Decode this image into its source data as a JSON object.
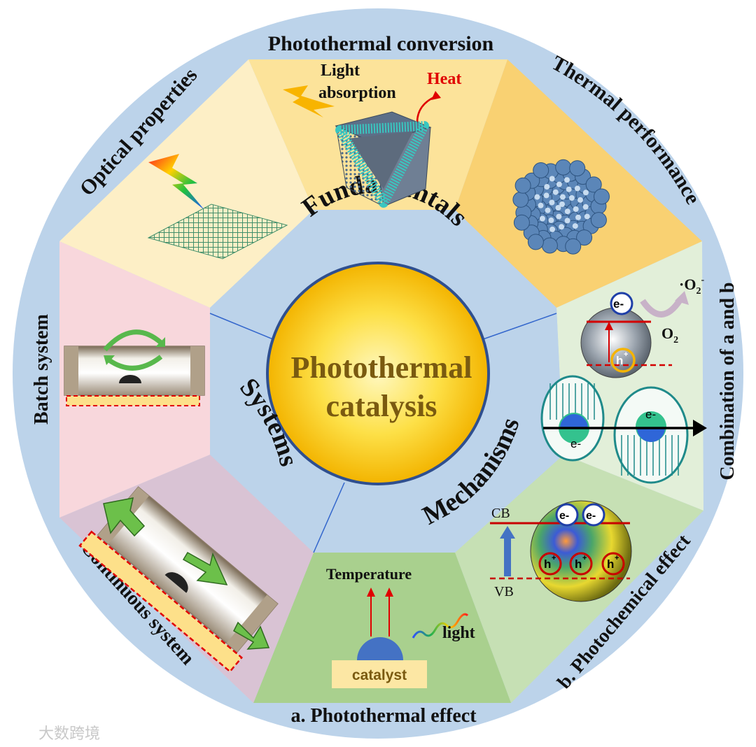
{
  "center": {
    "line1": "Photothermal",
    "line2": "catalysis"
  },
  "hubs": {
    "fundamentals": "Fundamentals",
    "mechanisms": "Mechanisms",
    "systems": "Systems"
  },
  "segments": {
    "photothermal_conversion": "Photothermal conversion",
    "thermal_performance": "Thermal performance",
    "combination": "Combination of a and b",
    "photochemical_effect": "b. Photochemical effect",
    "photothermal_effect": "a. Photothermal effect",
    "continuous_system": "Continuous system",
    "batch_system": "Batch system",
    "optical_properties": "Optical properties"
  },
  "labels": {
    "light_line1": "Light",
    "light_line2": "absorption",
    "heat": "Heat",
    "e_minus": "e-",
    "h_plus": "h",
    "plus_sup": "+",
    "o2_radical": "·O",
    "sub_2": "2",
    "sup_minus": "-",
    "o2": "O",
    "cb": "CB",
    "vb": "VB",
    "temperature": "Temperature",
    "light": "light",
    "catalyst": "catalyst"
  },
  "watermark": "大数跨境",
  "colors": {
    "outer_ring": "#bcd3ea",
    "hub_blue": "#bcd3ea",
    "seg_optical": "#fdefc6",
    "seg_conversion": "#fce39a",
    "seg_thermal": "#f9d172",
    "seg_combination": "#e2efd9",
    "seg_photochemical": "#c6e0b4",
    "seg_photothermal": "#a9d08e",
    "seg_continuous": "#d9c3d4",
    "seg_batch": "#f8d7dc",
    "heat_red": "#e00000"
  }
}
